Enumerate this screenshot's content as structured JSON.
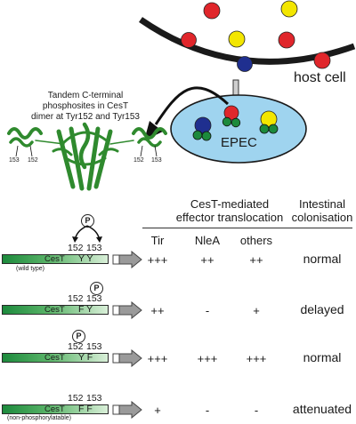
{
  "top": {
    "host_cell_label": "host cell",
    "epec_label": "EPEC",
    "caption_line1": "Tandem C-terminal",
    "caption_line2": "phosphosites in CesT",
    "caption_line3": "dimer at Tyr152 and Tyr153",
    "structure_labels": [
      "153",
      "152",
      "152",
      "153"
    ]
  },
  "table": {
    "header_effector_line1": "CesT-mediated",
    "header_effector_line2": "effector translocation",
    "header_colonisation_line1": "Intestinal",
    "header_colonisation_line2": "colonisation",
    "columns": [
      "Tir",
      "NleA",
      "others"
    ]
  },
  "p_symbol": "P",
  "rows": [
    {
      "protein": "CesT",
      "residues": "Y Y",
      "positions": [
        "152",
        "153"
      ],
      "note": "(wild type)",
      "tir": "+++",
      "nlea": "++",
      "others": "++",
      "colonisation": "normal"
    },
    {
      "protein": "CesT",
      "residues": "F Y",
      "positions": [
        "152",
        "153"
      ],
      "note": "",
      "tir": "++",
      "nlea": "-",
      "others": "+",
      "colonisation": "delayed"
    },
    {
      "protein": "CesT",
      "residues": "Y F",
      "positions": [
        "152",
        "153"
      ],
      "note": "",
      "tir": "+++",
      "nlea": "+++",
      "others": "+++",
      "colonisation": "normal"
    },
    {
      "protein": "CesT",
      "residues": "F F",
      "positions": [
        "152",
        "153"
      ],
      "note": "(non-phosphorylatable)",
      "tir": "+",
      "nlea": "-",
      "others": "-",
      "colonisation": "attenuated"
    }
  ],
  "colors": {
    "bar_green": "#1c8a3c",
    "effector_red": "#e0262b",
    "effector_yellow": "#f3e600",
    "effector_blue": "#1f2f8f",
    "epec_fill": "#9fd4ef",
    "arrow_grey": "#9a9a9a"
  }
}
